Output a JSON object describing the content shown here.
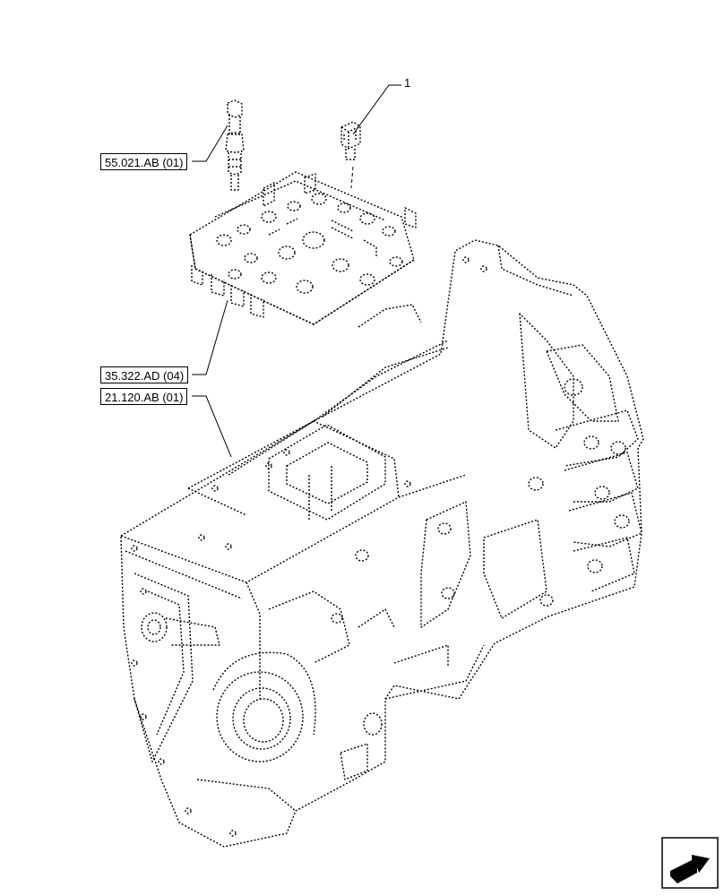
{
  "callouts": {
    "item_number": "1",
    "refs": [
      {
        "label": "55.021.AB (01)"
      },
      {
        "label": "35.322.AD (04)"
      },
      {
        "label": "21.120.AB (01)"
      }
    ]
  },
  "icons": {
    "nav": "next-page-arrow-icon"
  },
  "colors": {
    "line": "#000000",
    "background": "#ffffff"
  }
}
